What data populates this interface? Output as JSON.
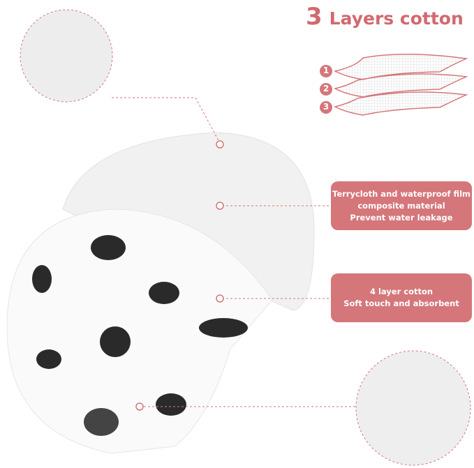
{
  "heading": {
    "number": "3",
    "text": "Layers cotton"
  },
  "layers": [
    "1",
    "2",
    "3"
  ],
  "callouts": [
    {
      "lines": [
        "Terrycloth and waterproof film",
        "composite material",
        "Prevent water leakage"
      ]
    },
    {
      "lines": [
        "4 layer cotton",
        "Soft touch and absorbent"
      ]
    }
  ],
  "colors": {
    "accent": "#d4767a",
    "fabric": "#f2f2f2"
  }
}
